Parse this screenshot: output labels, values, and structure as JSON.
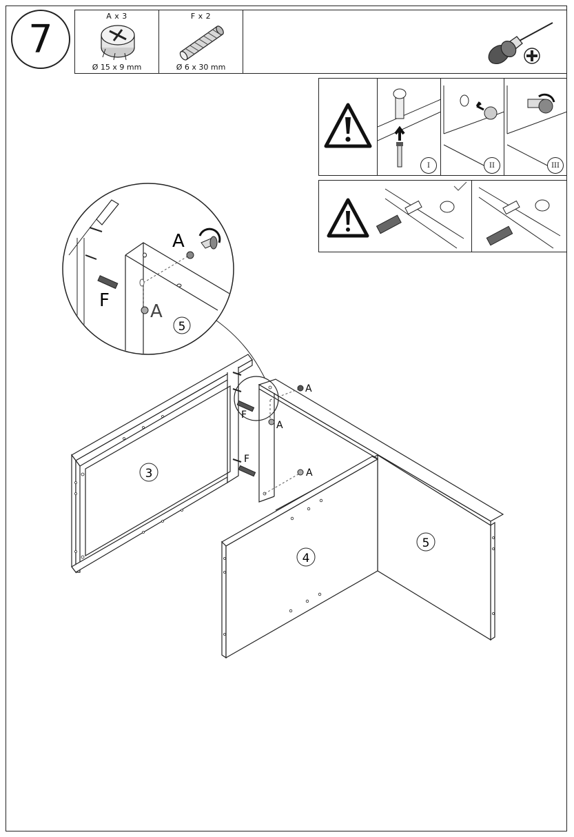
{
  "step": {
    "number": "7"
  },
  "parts": [
    {
      "label": "A x 3",
      "dimension": "Ø 15 x 9 mm",
      "icon": "cam-lock-icon"
    },
    {
      "label": "F x 2",
      "dimension": "Ø 6 x 30 mm",
      "icon": "wooden-dowel-icon"
    }
  ],
  "tool": {
    "icon": "phillips-screwdriver-icon"
  },
  "warnings": {
    "cam_steps": [
      "I",
      "II",
      "III"
    ],
    "warning_icon": "warning-triangle-icon",
    "check_icon": "check-mark-icon"
  },
  "callouts": {
    "detail_A_top": "A",
    "detail_A_bottom": "A",
    "detail_F": "F",
    "detail_panel": "5",
    "main_A_1": "A",
    "main_A_2": "A",
    "main_A_3": "A",
    "main_F_1": "F",
    "main_F_2": "F"
  },
  "panels": {
    "panel_3": "3",
    "panel_4": "4",
    "panel_5": "5"
  }
}
